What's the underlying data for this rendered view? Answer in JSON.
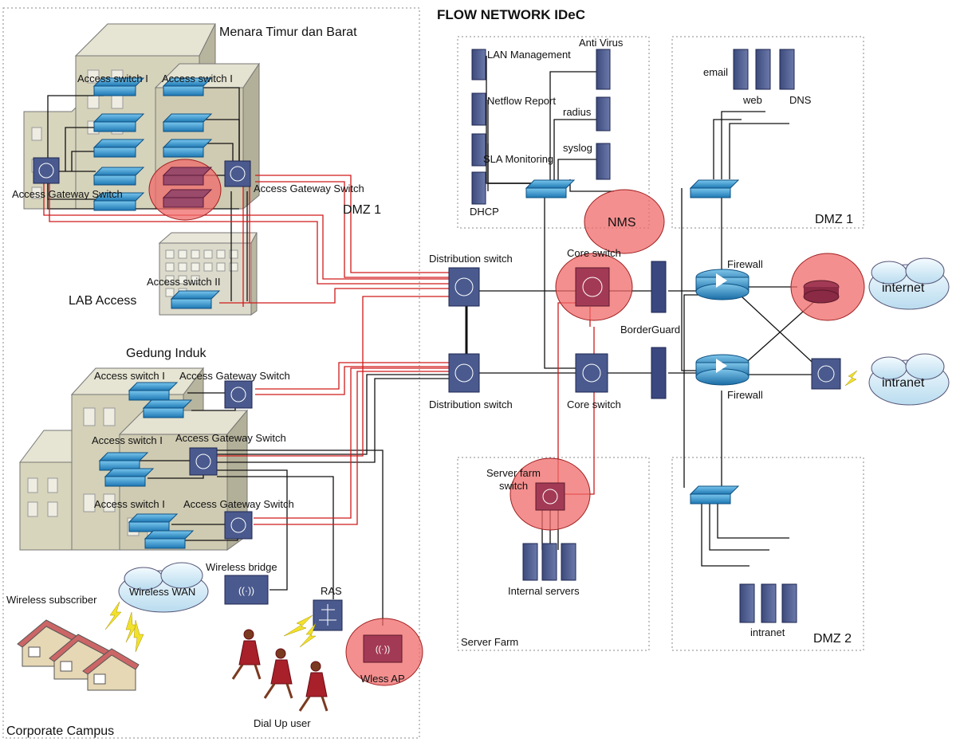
{
  "title": "FLOW NETWORK IDeC",
  "zones": {
    "corporate_campus": "Corporate Campus",
    "dmz1_top": "DMZ 1",
    "dmz1_right": "DMZ 1",
    "dmz2": "DMZ 2",
    "server_farm": "Server Farm"
  },
  "buildings": {
    "menara": "Menara Timur dan Barat",
    "lab": "LAB Access",
    "gedung": "Gedung Induk"
  },
  "labels": {
    "access_switch_1a": "Access switch I",
    "access_switch_1b": "Access switch I",
    "access_gateway_left": "Access Gateway Switch",
    "access_gateway_right": "Access Gateway Switch",
    "access_switch_2": "Access switch II",
    "gi_access_switch_1": "Access switch I",
    "gi_access_gateway_1": "Access Gateway Switch",
    "gi_access_switch_2": "Access switch I",
    "gi_access_gateway_2": "Access Gateway Switch",
    "gi_access_switch_3": "Access switch I",
    "gi_access_gateway_3": "Access Gateway Switch",
    "wireless_bridge": "Wireless bridge",
    "wireless_wan": "Wireless WAN",
    "wireless_subscriber": "Wireless subscriber",
    "ras": "RAS",
    "dial_up": "Dial Up user",
    "wless_ap": "Wless AP",
    "distribution_top": "Distribution switch",
    "distribution_bottom": "Distribution switch",
    "core_top": "Core switch",
    "core_bottom": "Core switch",
    "borderguard": "BorderGuard",
    "firewall_top": "Firewall",
    "firewall_bottom": "Firewall",
    "internet": "internet",
    "intranet_cloud": "intranet",
    "nms": "NMS",
    "lan_mgmt": "LAN Management",
    "anti_virus": "Anti Virus",
    "netflow": "Netflow Report",
    "radius": "radius",
    "syslog": "syslog",
    "sla": "SLA Monitoring",
    "dhcp": "DHCP",
    "email": "email",
    "web": "web",
    "dns": "DNS",
    "server_farm_switch_1": "Server farm",
    "server_farm_switch_2": "switch",
    "internal_servers": "Internal servers",
    "intranet_servers": "intranet"
  },
  "colors": {
    "device": "#4a5a8e",
    "device_dark": "#2e3a66",
    "switch_blue": "#2e9ad6",
    "highlight": "#f06a6a",
    "link_red": "#d01a1a",
    "building": "#d8d5bd",
    "cloud": "#d9ecf6"
  }
}
